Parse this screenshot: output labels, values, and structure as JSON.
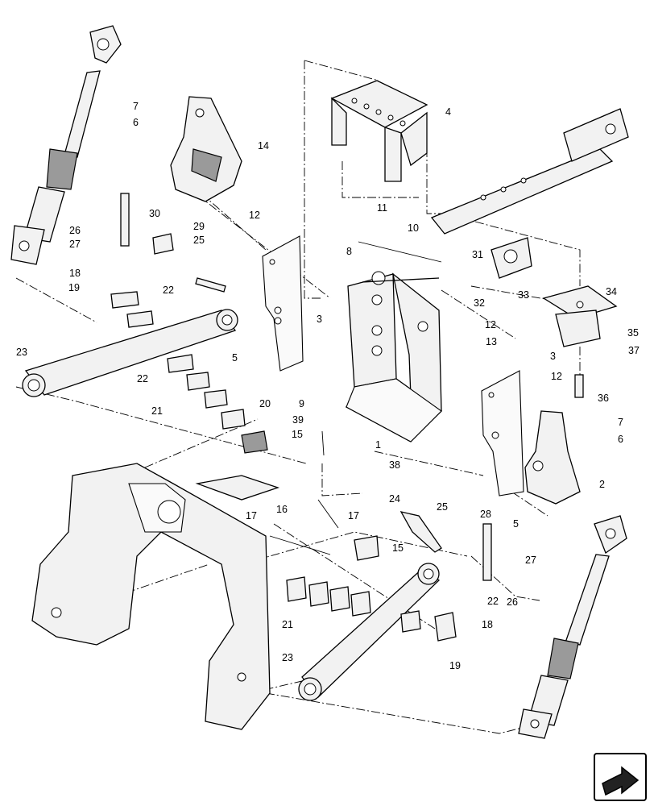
{
  "diagram": {
    "callouts": [
      "1",
      "2",
      "3",
      "3",
      "4",
      "5",
      "5",
      "6",
      "6",
      "7",
      "7",
      "8",
      "9",
      "10",
      "11",
      "12",
      "12",
      "12",
      "13",
      "14",
      "15",
      "15",
      "16",
      "17",
      "17",
      "18",
      "18",
      "19",
      "19",
      "20",
      "21",
      "21",
      "22",
      "22",
      "22",
      "23",
      "23",
      "24",
      "25",
      "25",
      "26",
      "26",
      "27",
      "27",
      "28",
      "29",
      "30",
      "31",
      "32",
      "33",
      "34",
      "35",
      "36",
      "37",
      "38",
      "39"
    ],
    "nav_icon": "next-page-arrow-icon"
  }
}
